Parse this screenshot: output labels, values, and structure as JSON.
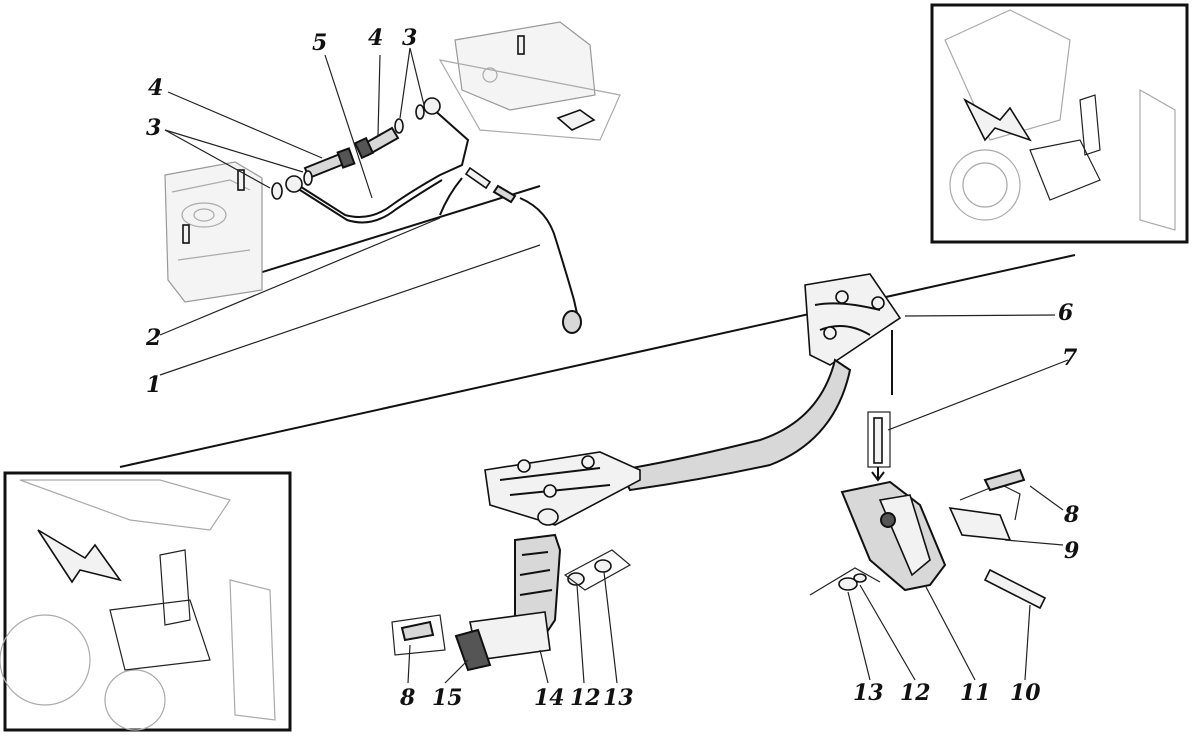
{
  "callouts": {
    "c1": "1",
    "c2": "2",
    "c3a": "3",
    "c3b": "3",
    "c4a": "4",
    "c4b": "4",
    "c5": "5",
    "c6": "6",
    "c7": "7",
    "c8a": "8",
    "c8b": "8",
    "c9": "9",
    "c10": "10",
    "c11": "11",
    "c12a": "12",
    "c12b": "12",
    "c13a": "13",
    "c13b": "13",
    "c14": "14",
    "c15": "15"
  }
}
